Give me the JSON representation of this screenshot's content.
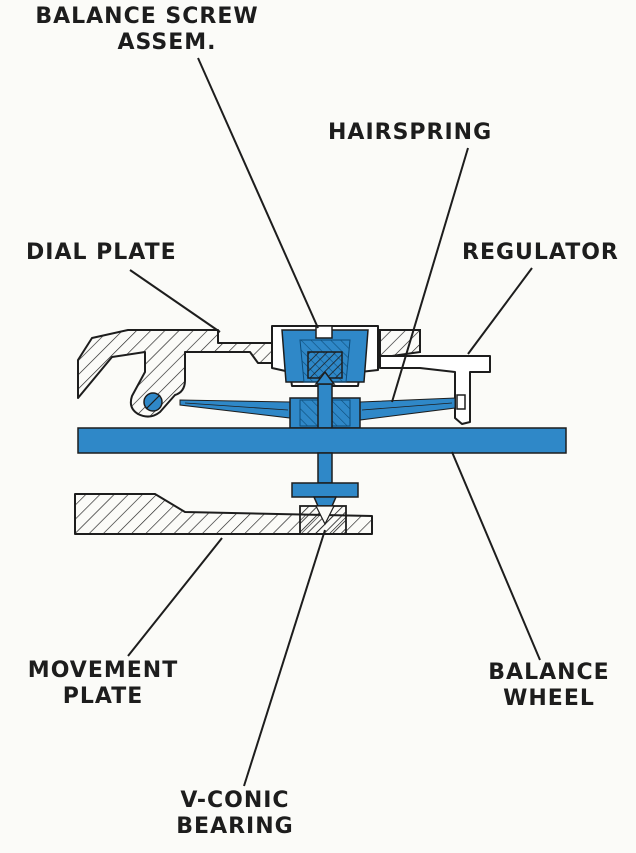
{
  "labels": {
    "balance_screw": {
      "line1": "BALANCE SCREW",
      "line2": "ASSEM."
    },
    "hairspring": "HAIRSPRING",
    "dial_plate": "DIAL PLATE",
    "regulator": "REGULATOR",
    "movement_plate": {
      "line1": "MOVEMENT",
      "line2": "PLATE"
    },
    "balance_wheel": {
      "line1": "BALANCE",
      "line2": "WHEEL"
    },
    "v_conic": {
      "line1": "V-CONIC",
      "line2": "BEARING"
    }
  },
  "colors": {
    "highlight": "#2f88c8",
    "ink": "#1d1d1d",
    "paper": "#fbfbf8"
  }
}
